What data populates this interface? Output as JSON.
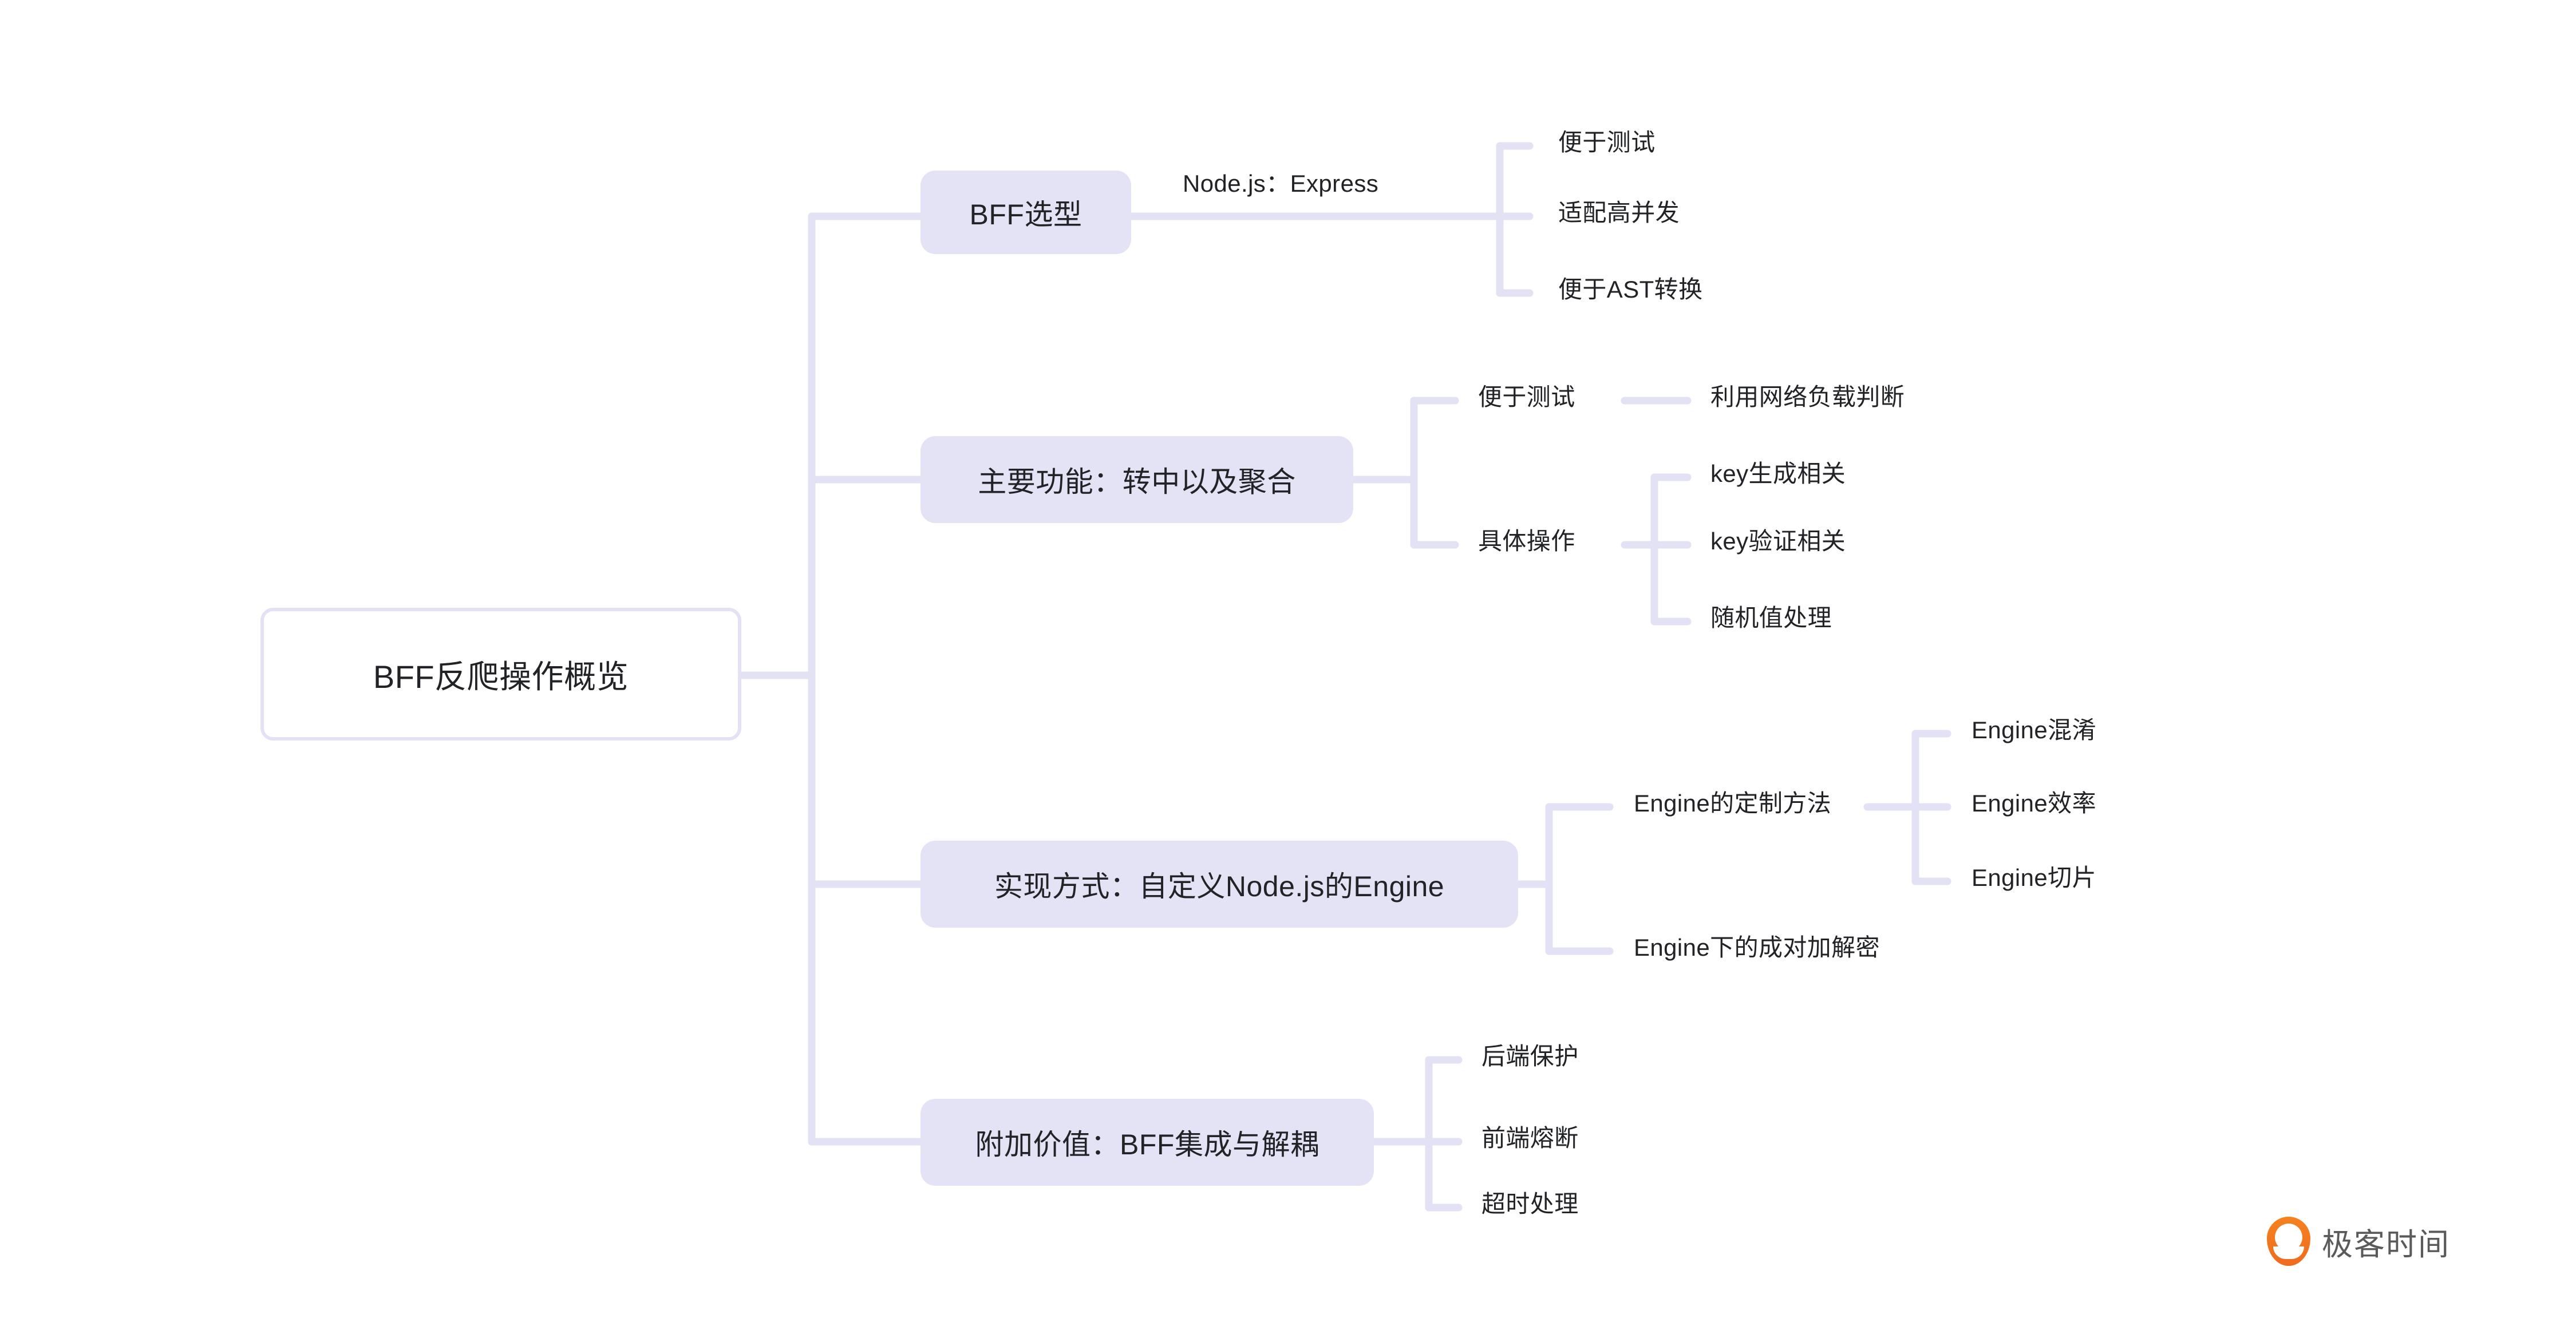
{
  "canvas": {
    "background": "#ffffff",
    "connector_color": "#e3e1f4",
    "branch_fill": "#e4e2f5",
    "text_color": "#222326"
  },
  "mindmap": {
    "root": {
      "label": "BFF反爬操作概览"
    },
    "branches": [
      {
        "label": "BFF选型",
        "edge_label": "Node.js：Express",
        "children": [
          {
            "label": "便于测试"
          },
          {
            "label": "适配高并发"
          },
          {
            "label": "便于AST转换"
          }
        ]
      },
      {
        "label": "主要功能：转中以及聚合",
        "children": [
          {
            "label": "便于测试",
            "children": [
              {
                "label": "利用网络负载判断"
              }
            ]
          },
          {
            "label": "具体操作",
            "children": [
              {
                "label": "key生成相关"
              },
              {
                "label": "key验证相关"
              },
              {
                "label": "随机值处理"
              }
            ]
          }
        ]
      },
      {
        "label": "实现方式：自定义Node.js的Engine",
        "children": [
          {
            "label": "Engine的定制方法",
            "children": [
              {
                "label": "Engine混淆"
              },
              {
                "label": "Engine效率"
              },
              {
                "label": "Engine切片"
              }
            ]
          },
          {
            "label": "Engine下的成对加解密"
          }
        ]
      },
      {
        "label": "附加价值：BFF集成与解耦",
        "children": [
          {
            "label": "后端保护"
          },
          {
            "label": "前端熔断"
          },
          {
            "label": "超时处理"
          }
        ]
      }
    ]
  },
  "brand": {
    "name": "极客时间",
    "icon": "geektime-pin-logo",
    "color": "#ef6a1e"
  }
}
